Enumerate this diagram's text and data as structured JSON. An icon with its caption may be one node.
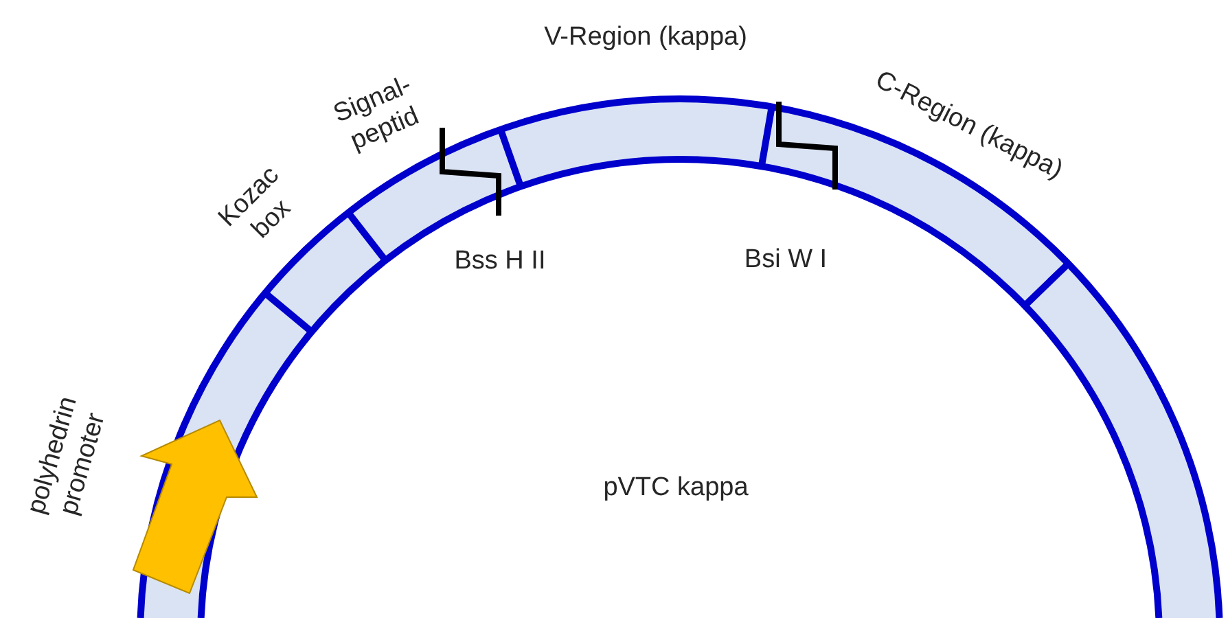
{
  "diagram": {
    "labels": [
      "V-Region (kappa)",
      "Signal-peptid",
      "C-Region (kappa)",
      "Kozac box",
      "Bss H II",
      "Bsi W I",
      "polyhedrin promoter",
      "pVTC kappa"
    ]
  }
}
